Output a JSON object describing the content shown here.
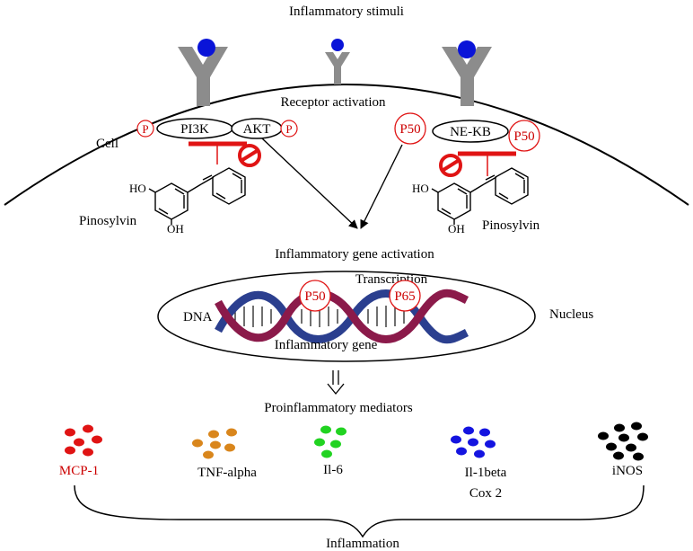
{
  "labels": {
    "title": "Inflammatory stimuli",
    "receptor_activation": "Receptor activation",
    "cell": "Cell",
    "pi3k": "PI3K",
    "akt": "AKT",
    "p_left": "P",
    "p_right": "P",
    "p50_left": "P50",
    "nfkb": "NE-KB",
    "p50_right": "P50",
    "pinosylvin_left": "Pinosylvin",
    "pinosylvin_right": "Pinosylvin",
    "ho": "HO",
    "oh": "OH",
    "gene_activation": "Inflammatory gene activation",
    "transcription": "Transcription",
    "dna": "DNA",
    "p50_dna": "P50",
    "p65_dna": "P65",
    "nucleus": "Nucleus",
    "inflammatory_gene": "Inflammatory gene",
    "proinflammatory": "Proinflammatory mediators",
    "mcp1": "MCP-1",
    "tnf": "TNF-alpha",
    "il6": "Il-6",
    "il1": "Il-1beta",
    "inos": "iNOS",
    "cox2": "Cox 2",
    "inflammation": "Inflammation"
  },
  "colors": {
    "receptor": "#8c8c8c",
    "ligand": "#0a14d8",
    "inhibit": "#e01414",
    "mcp1": "#e01414",
    "tnf": "#d9861c",
    "il6": "#21d321",
    "il1": "#1414e0",
    "inos": "#000000",
    "dna_strand_a": "#8b1a4a",
    "dna_strand_b": "#2b3f8f"
  },
  "icons": {
    "inhibit_symbol": "no-entry-icon",
    "down_arrow": "double-down-arrow-icon"
  }
}
